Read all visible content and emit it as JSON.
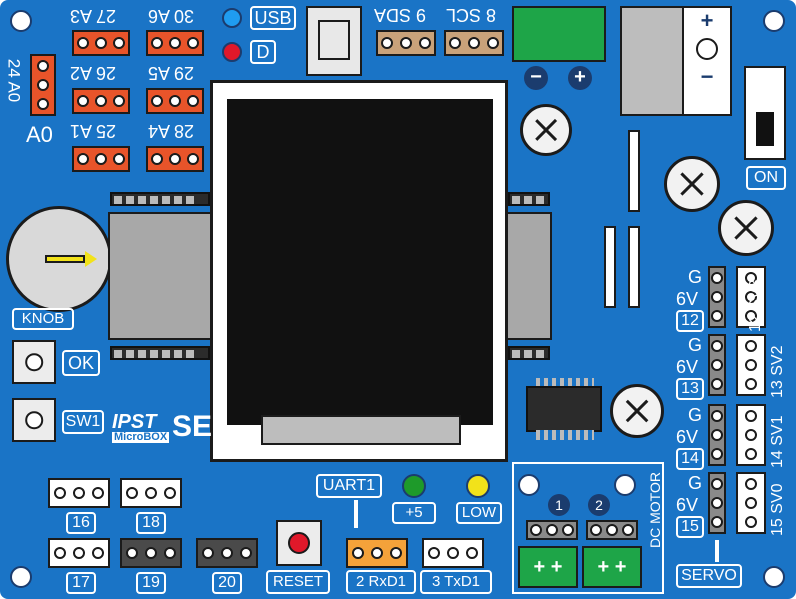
{
  "colors": {
    "board": "#1a74c6",
    "red_header": "#e8542a",
    "tan_header": "#c9a27a",
    "green_block": "#1ea548",
    "lcd": "#111111",
    "led_blue": "#1f9cf0",
    "led_red": "#e0182a",
    "led_green": "#1e9a2a",
    "led_yellow": "#f2e21a",
    "uart_orange": "#f4a23a"
  },
  "analog": {
    "a3": "27 A3",
    "a6": "30 A6",
    "a2": "26 A2",
    "a5": "29 A5",
    "a1": "25 A1",
    "a4": "28 A4",
    "a0_vert": "24 A0",
    "a0": "A0"
  },
  "indicators": {
    "usb": "USB",
    "d": "D"
  },
  "i2c": {
    "sda": "9 SDA",
    "scl": "8 SCL"
  },
  "power": {
    "minus": "−",
    "plus": "+",
    "jack_plus": "+",
    "jack_minus": "−",
    "switch": "ON"
  },
  "knob": {
    "label": "KNOB"
  },
  "buttons": {
    "ok": "OK",
    "sw1": "SW1",
    "reset": "RESET"
  },
  "logo": {
    "ipst": "IPST",
    "microbox": "MicroBOX",
    "se": "SE"
  },
  "ports": {
    "p16": "16",
    "p18": "18",
    "p17": "17",
    "p19": "19",
    "p20": "20"
  },
  "uart": {
    "label": "UART1",
    "rxd": "2 RxD1",
    "txd": "3 TxD1"
  },
  "leds": {
    "plus5": "+5",
    "low": "LOW"
  },
  "motor": {
    "label": "DC MOTOR",
    "m1": "1",
    "m2": "2",
    "t1": "+ +",
    "t2": "+ +"
  },
  "servo": {
    "g": "G",
    "v": "6V",
    "rows": [
      {
        "num": "12",
        "sv": "12 SV3"
      },
      {
        "num": "13",
        "sv": "13 SV2"
      },
      {
        "num": "14",
        "sv": "14 SV1"
      },
      {
        "num": "15",
        "sv": "15 SV0"
      }
    ],
    "label": "SERVO"
  }
}
